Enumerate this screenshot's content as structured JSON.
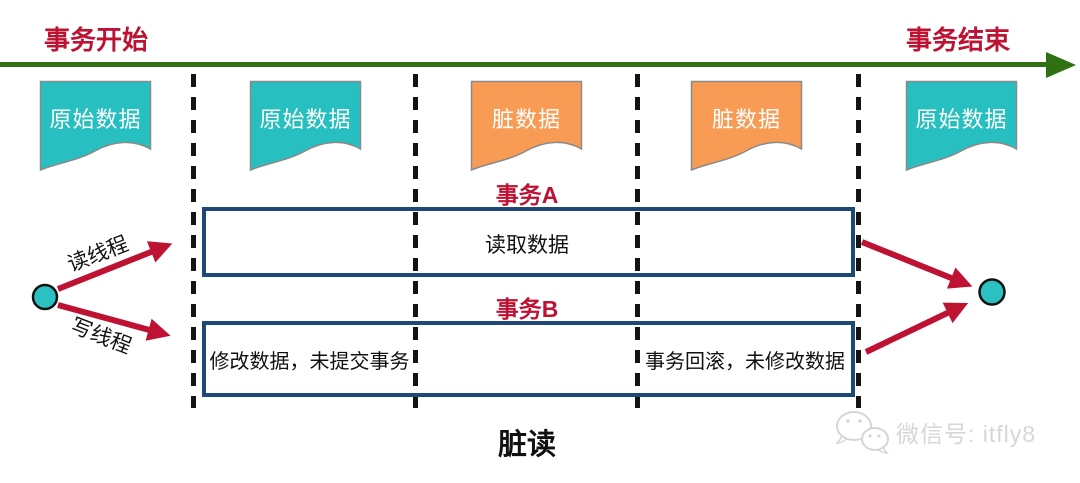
{
  "timeline": {
    "start_label": "事务开始",
    "end_label": "事务结束"
  },
  "documents": [
    {
      "label": "原始数据",
      "type": "original"
    },
    {
      "label": "原始数据",
      "type": "original"
    },
    {
      "label": "脏数据",
      "type": "dirty"
    },
    {
      "label": "脏数据",
      "type": "dirty"
    },
    {
      "label": "原始数据",
      "type": "original"
    }
  ],
  "transaction_a": {
    "title": "事务A",
    "action": "读取数据"
  },
  "transaction_b": {
    "title": "事务B",
    "left_action": "修改数据，未提交事务",
    "right_action": "事务回滚，未修改数据"
  },
  "threads": {
    "read_label": "读线程",
    "write_label": "写线程"
  },
  "caption": "脏读",
  "watermark": {
    "icon": "wechat-icon",
    "text": "微信号: itfly8"
  },
  "colors": {
    "original_doc": "#27BFBF",
    "dirty_doc": "#F89C55",
    "doc_outline": "#8a8a8a",
    "timeline_green": "#2E7012",
    "accent_red": "#BE1233",
    "box_border": "#1E4976",
    "node_fill": "#2BC0C2",
    "dashed_line": "#141414",
    "watermark_gray": "#D6D6D6"
  }
}
